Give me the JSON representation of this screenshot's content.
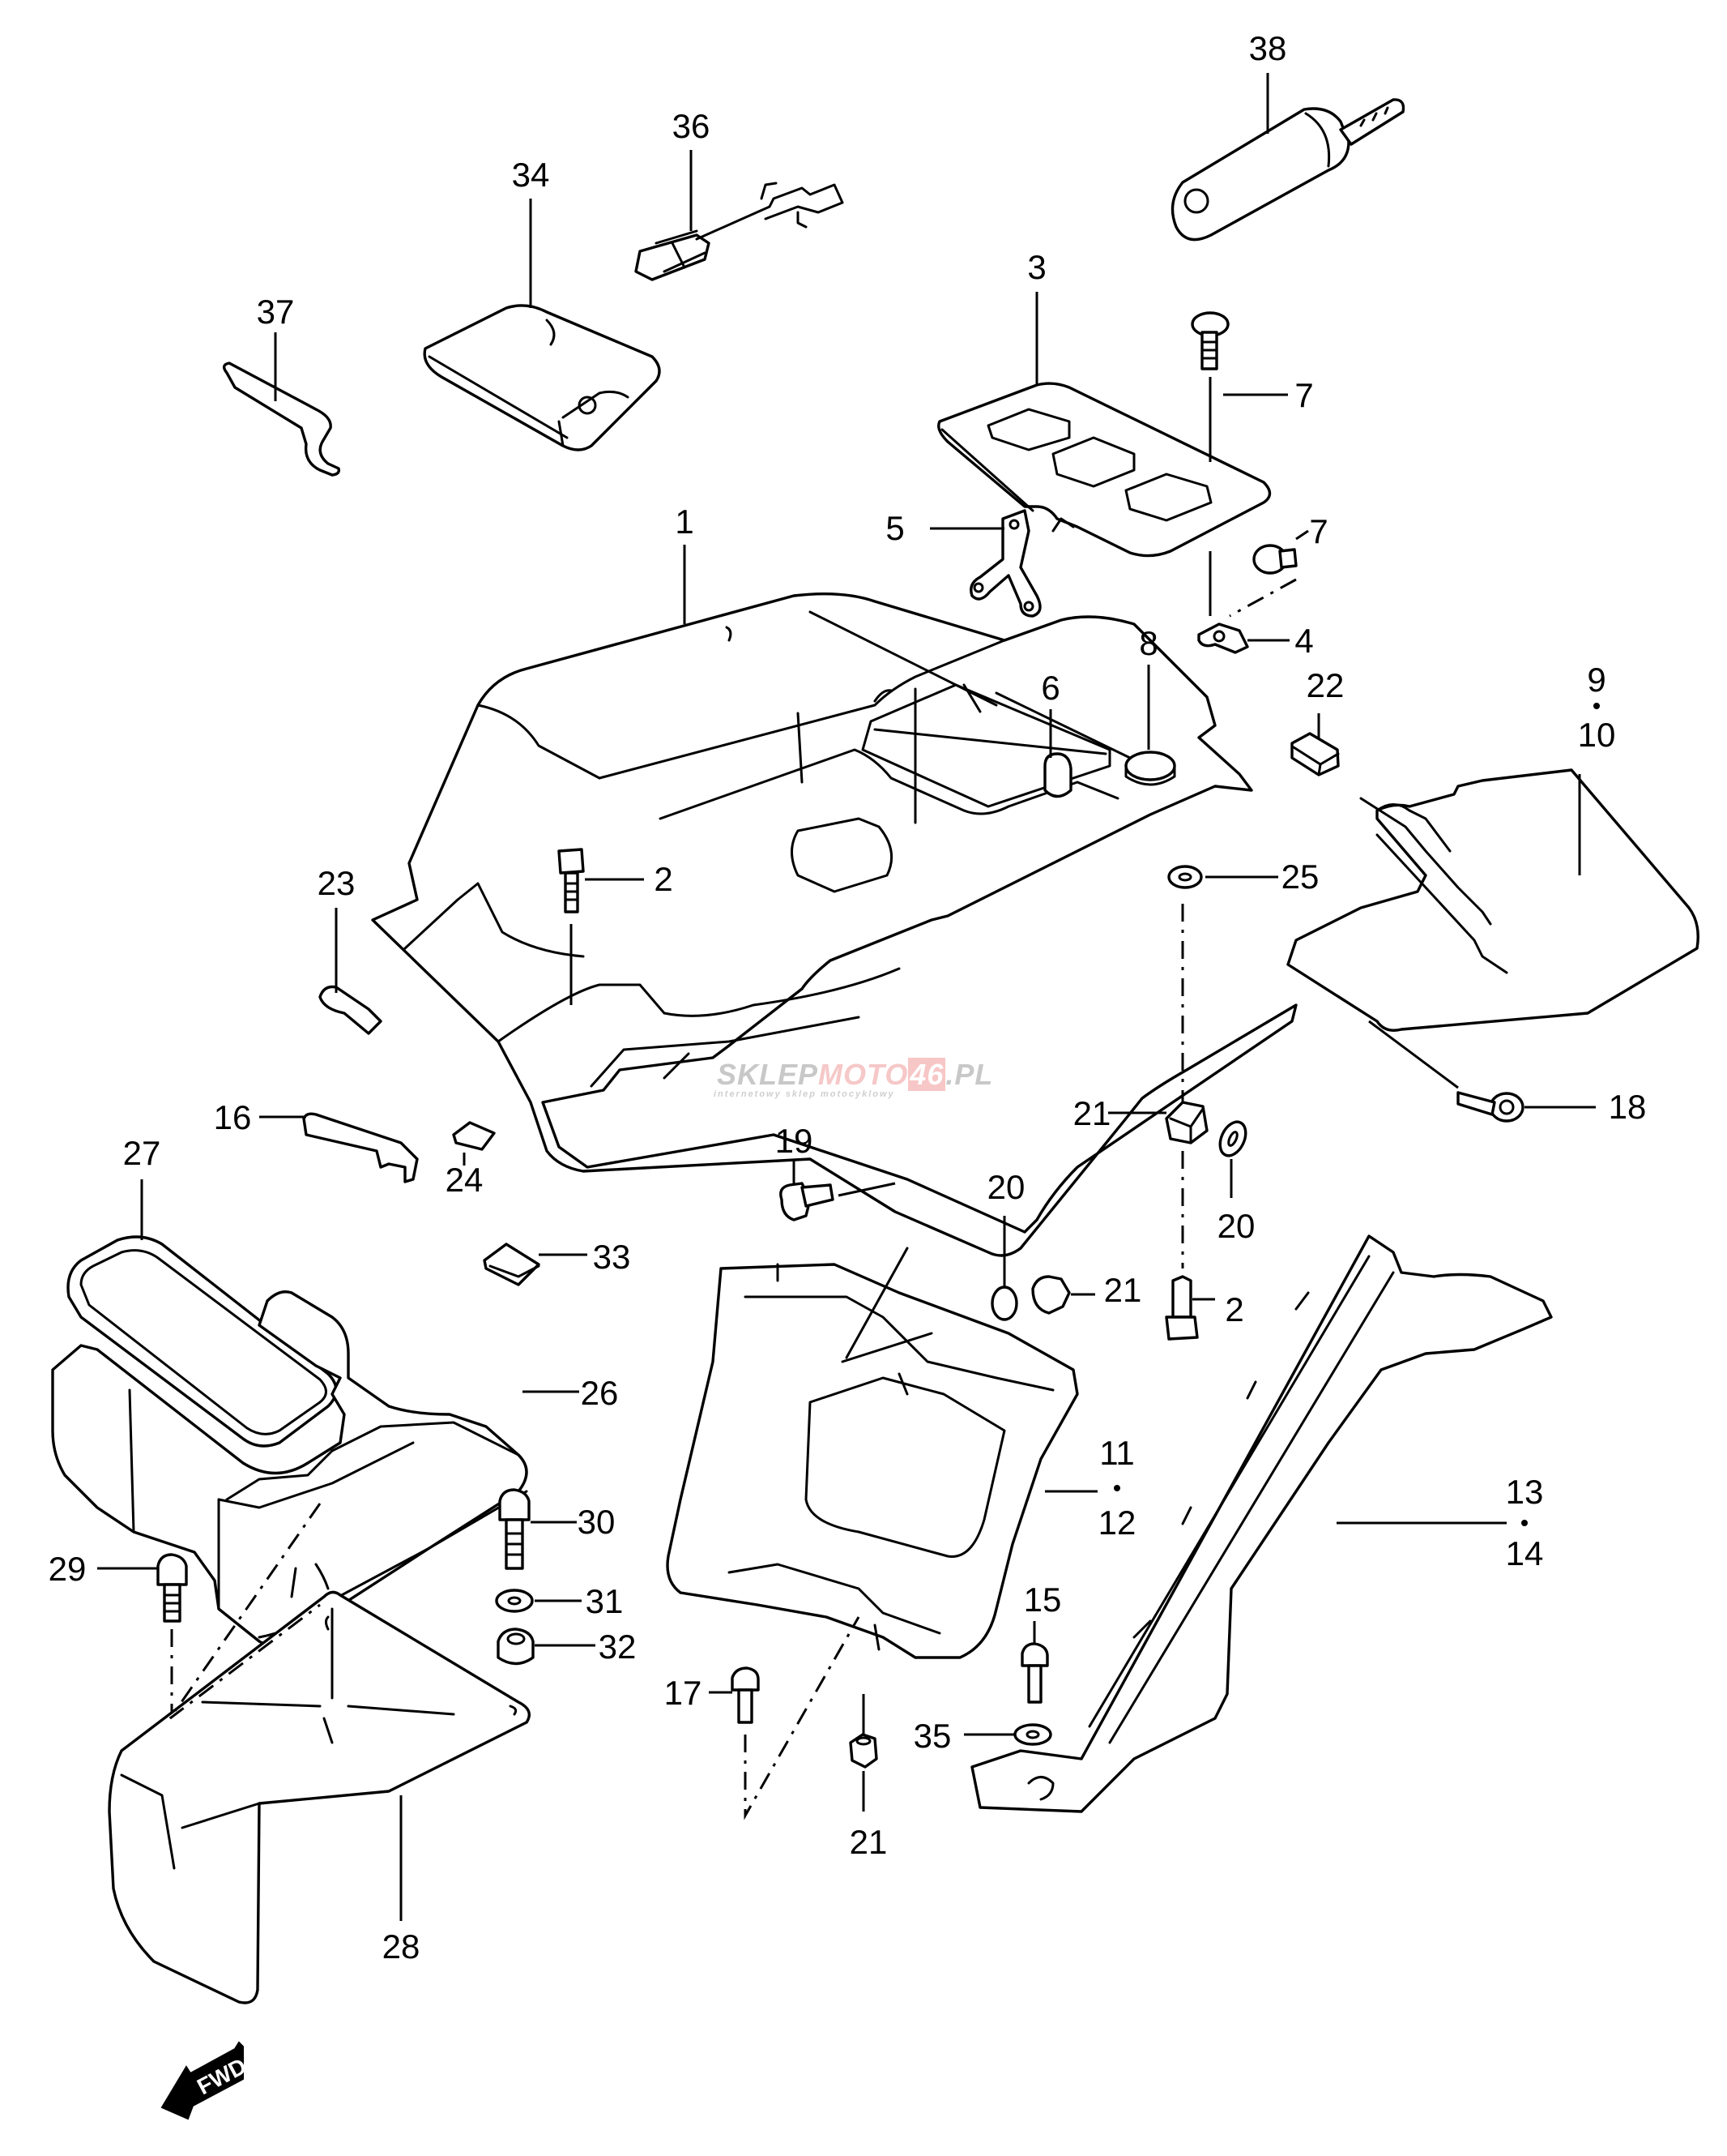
{
  "diagram": {
    "title": "Rear fender parts exploded view",
    "direction_marker": {
      "label": "FWD",
      "icon": "forward-arrow-icon"
    },
    "watermark": {
      "brand_part1": "SKLEP",
      "brand_part2": "MOTO",
      "brand_part3": "46",
      "brand_part4": ".PL",
      "tagline": "internetowy sklep motocyklowy"
    },
    "callouts": [
      {
        "id": "38",
        "text": "38"
      },
      {
        "id": "36",
        "text": "36"
      },
      {
        "id": "34",
        "text": "34"
      },
      {
        "id": "37",
        "text": "37"
      },
      {
        "id": "3",
        "text": "3"
      },
      {
        "id": "7a",
        "text": "7"
      },
      {
        "id": "5",
        "text": "5"
      },
      {
        "id": "7b",
        "text": "7"
      },
      {
        "id": "1",
        "text": "1"
      },
      {
        "id": "4",
        "text": "4"
      },
      {
        "id": "8",
        "text": "8"
      },
      {
        "id": "6",
        "text": "6"
      },
      {
        "id": "22",
        "text": "22"
      },
      {
        "id": "9",
        "text": "9"
      },
      {
        "id": "10",
        "text": "10"
      },
      {
        "id": "2a",
        "text": "2"
      },
      {
        "id": "23",
        "text": "23"
      },
      {
        "id": "25",
        "text": "25"
      },
      {
        "id": "18",
        "text": "18"
      },
      {
        "id": "16",
        "text": "16"
      },
      {
        "id": "24",
        "text": "24"
      },
      {
        "id": "19",
        "text": "19"
      },
      {
        "id": "21a",
        "text": "21"
      },
      {
        "id": "20a",
        "text": "20"
      },
      {
        "id": "20b",
        "text": "20"
      },
      {
        "id": "27",
        "text": "27"
      },
      {
        "id": "33",
        "text": "33"
      },
      {
        "id": "21b",
        "text": "21"
      },
      {
        "id": "2b",
        "text": "2"
      },
      {
        "id": "26",
        "text": "26"
      },
      {
        "id": "11",
        "text": "11"
      },
      {
        "id": "12",
        "text": "12"
      },
      {
        "id": "13",
        "text": "13"
      },
      {
        "id": "14",
        "text": "14"
      },
      {
        "id": "30",
        "text": "30"
      },
      {
        "id": "29",
        "text": "29"
      },
      {
        "id": "31",
        "text": "31"
      },
      {
        "id": "32",
        "text": "32"
      },
      {
        "id": "15",
        "text": "15"
      },
      {
        "id": "17",
        "text": "17"
      },
      {
        "id": "35",
        "text": "35"
      },
      {
        "id": "21c",
        "text": "21"
      },
      {
        "id": "28",
        "text": "28"
      }
    ]
  }
}
